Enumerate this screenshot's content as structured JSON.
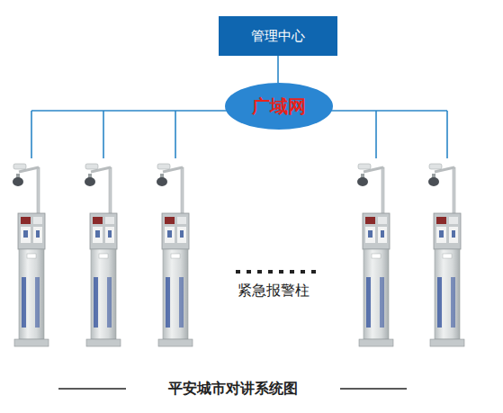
{
  "diagram": {
    "caption": "平安城市对讲系统图",
    "nodes": [
      {
        "text": [
          "管理中心"
        ]
      },
      {
        "text": [
          "广域网"
        ]
      }
    ],
    "edges": [
      {
        "from": 0,
        "to": 1,
        "arrow": "none"
      }
    ],
    "labels": [
      "紧急报警柱"
    ]
  }
}
